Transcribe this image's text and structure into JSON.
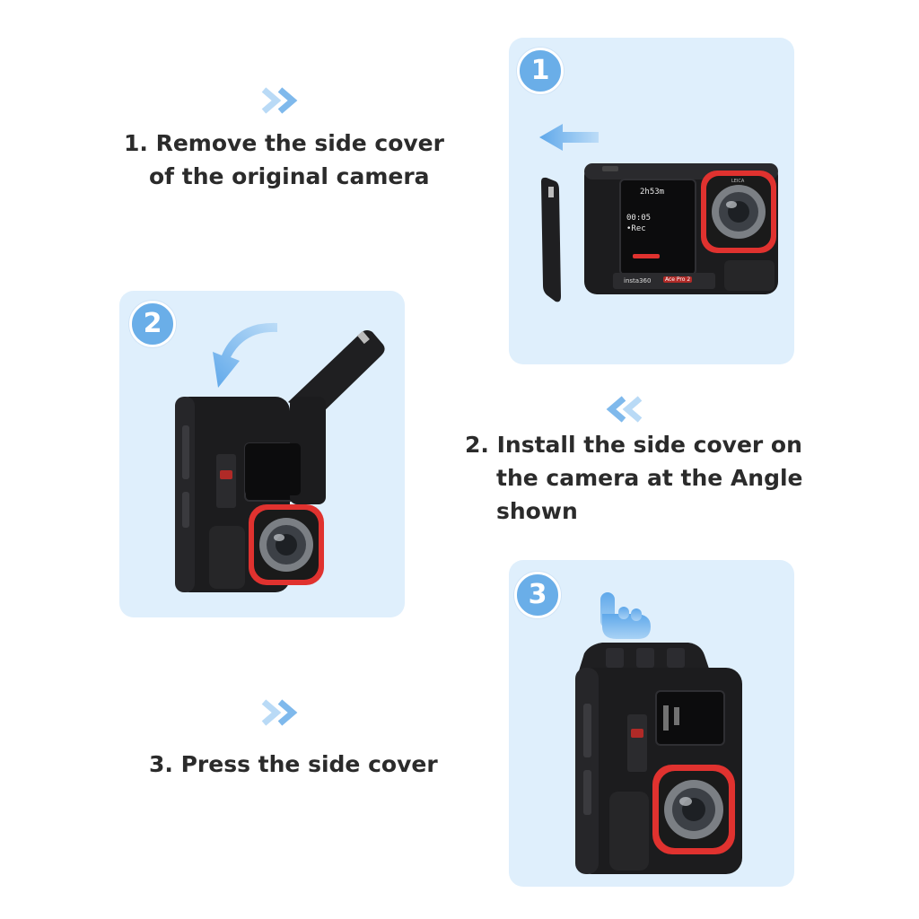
{
  "steps": [
    {
      "number": "1",
      "lines": [
        "1. Remove the side cover",
        "of the original camera"
      ]
    },
    {
      "number": "2",
      "lines": [
        "2. Install the side cover on",
        "the camera at the Angle",
        "shown"
      ]
    },
    {
      "number": "3",
      "lines": [
        "3. Press the side cover"
      ]
    }
  ],
  "camera_screen": {
    "line1": "2h53m",
    "line2": "00:05",
    "line3": "•Rec"
  },
  "camera_brand": "insta360",
  "camera_model": "Ace Pro 2",
  "lens_brand": "LEICA",
  "colors": {
    "panel": "#dfeffc",
    "accent_blue": "#6aaee8",
    "chevron": "#8ec2f0",
    "lens_ring": "#e0322f",
    "camera_body": "#1c1c1e",
    "text": "#2b2b2b"
  },
  "icons": [
    "chevron-right-icon",
    "chevron-left-icon",
    "arrow-left-icon",
    "curved-arrow-icon",
    "pointing-hand-icon"
  ]
}
